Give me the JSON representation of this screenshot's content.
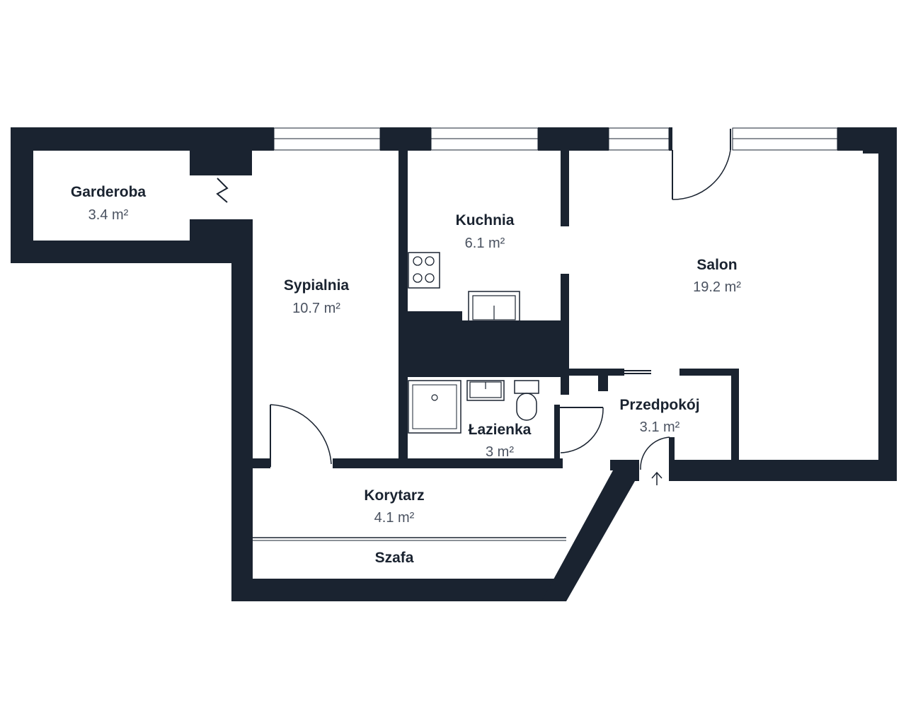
{
  "colors": {
    "wall": "#1a2330",
    "background": "#ffffff",
    "label": "#1a2330",
    "area": "#4a5260"
  },
  "rooms": [
    {
      "id": "garderoba",
      "name": "Garderoba",
      "area": "3.4 m²"
    },
    {
      "id": "sypialnia",
      "name": "Sypialnia",
      "area": "10.7 m²"
    },
    {
      "id": "kuchnia",
      "name": "Kuchnia",
      "area": "6.1 m²"
    },
    {
      "id": "salon",
      "name": "Salon",
      "area": "19.2 m²"
    },
    {
      "id": "przedpokoj",
      "name": "Przedpokój",
      "area": "3.1 m²"
    },
    {
      "id": "lazienka",
      "name": "Łazienka",
      "area": "3 m²"
    },
    {
      "id": "korytarz",
      "name": "Korytarz",
      "area": "4.1 m²"
    },
    {
      "id": "szafa",
      "name": "Szafa",
      "area": ""
    }
  ],
  "icons": [
    "stove-icon",
    "kitchen-sink-icon",
    "shower-icon",
    "bathroom-sink-icon",
    "toilet-icon",
    "entrance-arrow-icon"
  ]
}
